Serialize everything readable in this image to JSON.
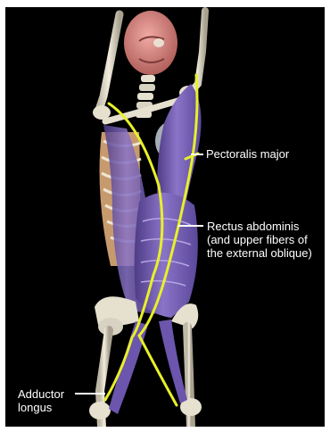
{
  "labels": {
    "pectoralis": "Pectoralis major",
    "rectus_line1": "Rectus abdominis",
    "rectus_line2": "(and upper fibers of",
    "rectus_line3": "the external oblique)",
    "adductor_line1": "Adductor",
    "adductor_line2": "longus"
  },
  "colors": {
    "background": "#000000",
    "muscle": "#7a63b8",
    "muscle_shadow": "#4e3c86",
    "highlight_line": "#e8f02a",
    "bone": "#e6e0cf",
    "skull": "#d98a86",
    "ribs_inner": "#c79a6e",
    "label_text": "#ffffff"
  }
}
